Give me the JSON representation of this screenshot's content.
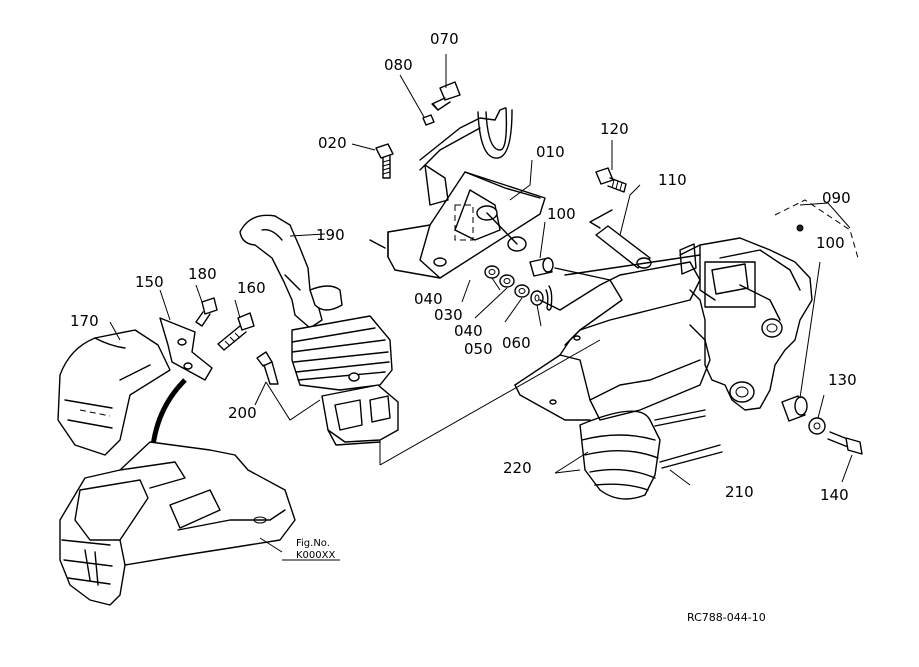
{
  "labels": {
    "p010": "010",
    "p020": "020",
    "p030": "030",
    "p040a": "040",
    "p040b": "040",
    "p050": "050",
    "p060": "060",
    "p070": "070",
    "p080": "080",
    "p090": "090",
    "p100a": "100",
    "p100b": "100",
    "p110": "110",
    "p120": "120",
    "p130": "130",
    "p140": "140",
    "p150": "150",
    "p160": "160",
    "p170": "170",
    "p180": "180",
    "p190": "190",
    "p200": "200",
    "p210": "210",
    "p220": "220"
  },
  "fig_label": {
    "line1": "Fig.No.",
    "line2": "K000XX"
  },
  "drawing_code": "RC788-044-10"
}
